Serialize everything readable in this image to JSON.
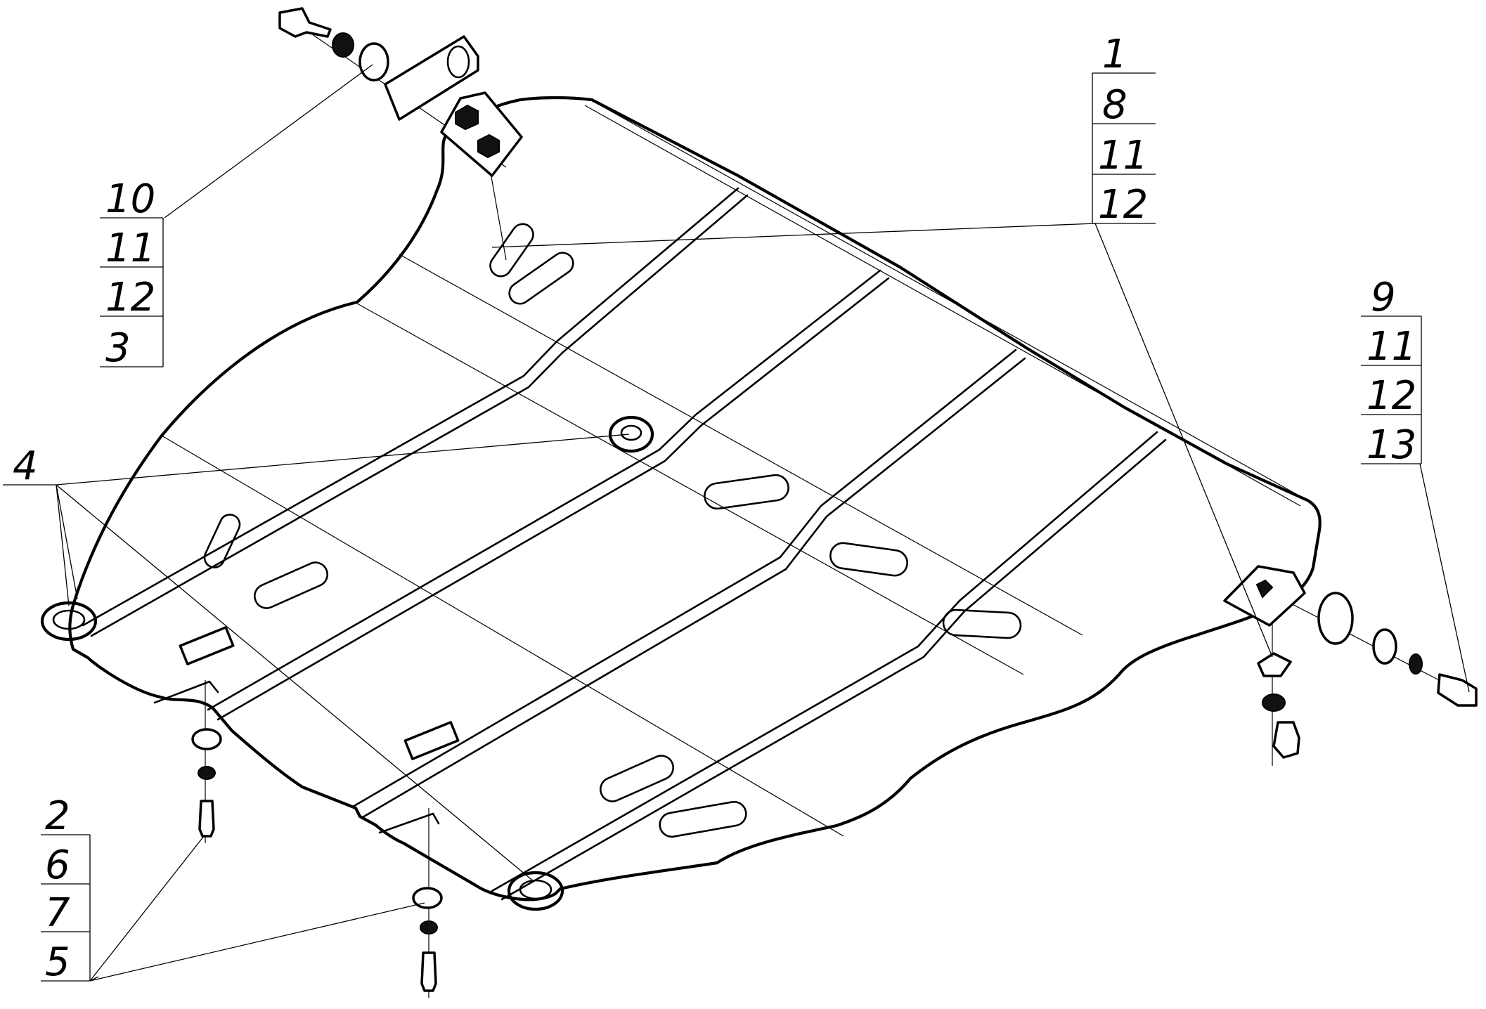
{
  "callouts": {
    "group_top_right": [
      "1",
      "8",
      "11",
      "12"
    ],
    "group_top_left": [
      "10",
      "11",
      "12",
      "3"
    ],
    "group_right": [
      "9",
      "11",
      "12",
      "13"
    ],
    "group_left": [
      "4"
    ],
    "group_bottom_left": [
      "2",
      "6",
      "7",
      "5"
    ]
  }
}
